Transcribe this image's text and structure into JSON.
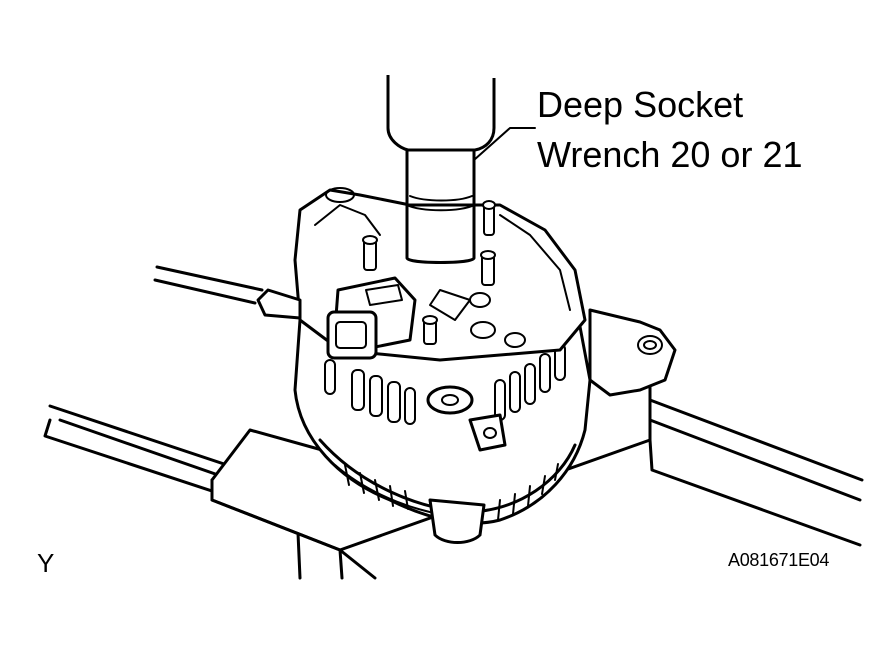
{
  "callout": {
    "line1": "Deep Socket",
    "line2": "Wrench 20 or 21"
  },
  "corner_label": "Y",
  "figure_code": "A081671E04",
  "colors": {
    "ink": "#000000",
    "paper": "#ffffff"
  }
}
